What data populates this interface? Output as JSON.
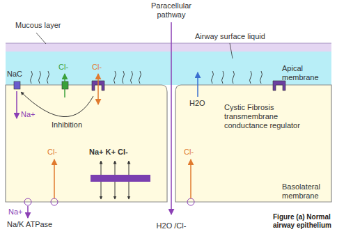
{
  "diagram": {
    "caption": "Figure (a) Normal airway epithelium",
    "labels": [
      "Paracellular pathway",
      "Mucous layer",
      "Airway surface liquid",
      "NaC",
      "Cl-",
      "Cl-",
      "H2O",
      "Apical membrane",
      "Na+",
      "Inhibition",
      "Cystic Fibrosis transmembrane conductance regulator",
      "Cl-",
      "Na+ K+ Cl-",
      "Cl-",
      "Basolateral membrane",
      "Na+",
      "Na/K ATPase",
      "H2O /Cl-"
    ]
  }
}
